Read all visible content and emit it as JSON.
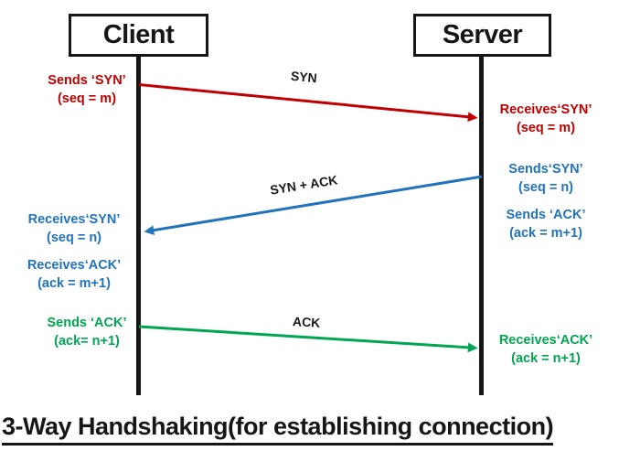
{
  "title": "3-Way Handshaking(for establishing connection)",
  "actors": {
    "client": "Client",
    "server": "Server"
  },
  "messages": [
    {
      "label": "SYN",
      "from": "client",
      "to": "server",
      "color": "#C00000"
    },
    {
      "label": "SYN + ACK",
      "from": "server",
      "to": "client",
      "color": "#2273BD"
    },
    {
      "label": "ACK",
      "from": "client",
      "to": "server",
      "color": "#00A651"
    }
  ],
  "client_annotations": [
    {
      "action": "Sends ‘SYN’",
      "param": "(seq = m)",
      "color": "#C00000"
    },
    {
      "action": "Receives‘SYN’",
      "param": "(seq = n)",
      "color": "#2273BD"
    },
    {
      "action": "Receives‘ACK’",
      "param": "(ack = m+1)",
      "color": "#2273BD"
    },
    {
      "action": "Sends ‘ACK’",
      "param": "(ack= n+1)",
      "color": "#00A651"
    }
  ],
  "server_annotations": [
    {
      "action": "Receives‘SYN’",
      "param": "(seq = m)",
      "color": "#C00000"
    },
    {
      "action": "Sends‘SYN’",
      "param": "(seq = n)",
      "color": "#2273BD"
    },
    {
      "action": "Sends ‘ACK’",
      "param": "(ack = m+1)",
      "color": "#2273BD"
    },
    {
      "action": "Receives‘ACK’",
      "param": "(ack = n+1)",
      "color": "#00A651"
    }
  ],
  "colors": {
    "red": "#C00000",
    "blue": "#2273BD",
    "green": "#00A651",
    "ink": "#161616"
  }
}
